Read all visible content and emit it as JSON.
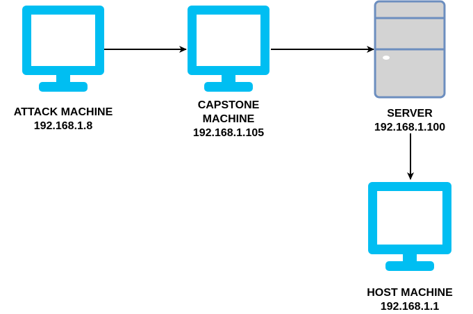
{
  "colors": {
    "monitor": "#00BEF2",
    "server_fill": "#D3D3D3",
    "server_stroke": "#6C8EBF",
    "arrow": "#000000",
    "text": "#000000"
  },
  "nodes": {
    "attack": {
      "icon": "monitor-icon",
      "line1": "ATTACK MACHINE",
      "line2": "192.168.1.8"
    },
    "capstone": {
      "icon": "monitor-icon",
      "line1": "CAPSTONE",
      "line2": "MACHINE",
      "line3": "192.168.1.105"
    },
    "server": {
      "icon": "server-icon",
      "line1": "SERVER",
      "line2": "192.168.1.100"
    },
    "host": {
      "icon": "monitor-icon",
      "line1": "HOST MACHINE",
      "line2": "192.168.1.1"
    }
  },
  "edges": [
    {
      "from": "attack",
      "to": "capstone"
    },
    {
      "from": "capstone",
      "to": "server"
    },
    {
      "from": "server",
      "to": "host"
    }
  ]
}
